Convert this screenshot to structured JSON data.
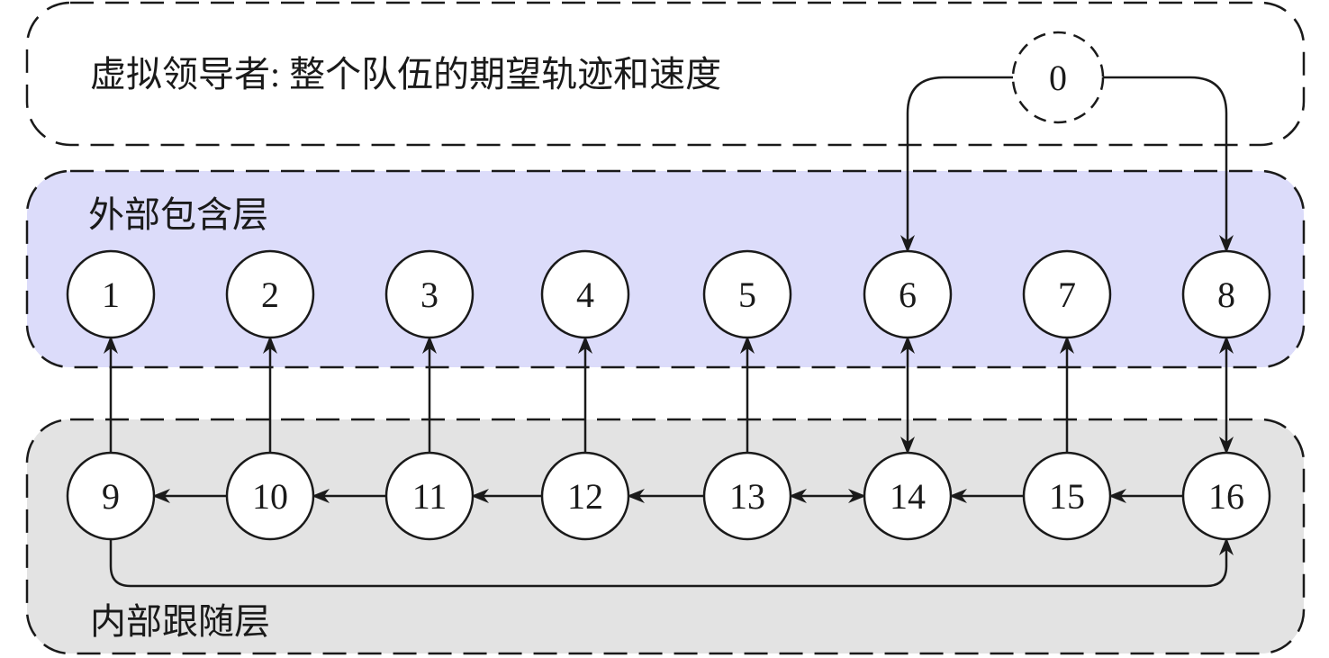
{
  "layers": {
    "virtual": {
      "label": "虚拟领导者: 整个队伍的期望轨迹和速度",
      "fill": "#ffffff"
    },
    "outer": {
      "label": "外部包含层",
      "fill": "#dcdcfa"
    },
    "inner": {
      "label": "内部跟随层",
      "fill": "#e3e3e3"
    }
  },
  "nodes": [
    {
      "id": "0",
      "label": "0",
      "style": "dashed"
    },
    {
      "id": "1",
      "label": "1"
    },
    {
      "id": "2",
      "label": "2"
    },
    {
      "id": "3",
      "label": "3"
    },
    {
      "id": "4",
      "label": "4"
    },
    {
      "id": "5",
      "label": "5"
    },
    {
      "id": "6",
      "label": "6"
    },
    {
      "id": "7",
      "label": "7"
    },
    {
      "id": "8",
      "label": "8"
    },
    {
      "id": "9",
      "label": "9"
    },
    {
      "id": "10",
      "label": "10"
    },
    {
      "id": "11",
      "label": "11"
    },
    {
      "id": "12",
      "label": "12"
    },
    {
      "id": "13",
      "label": "13"
    },
    {
      "id": "14",
      "label": "14"
    },
    {
      "id": "15",
      "label": "15"
    },
    {
      "id": "16",
      "label": "16"
    }
  ],
  "edges": [
    {
      "from": "0",
      "to": "6"
    },
    {
      "from": "0",
      "to": "8"
    },
    {
      "from": "9",
      "to": "1"
    },
    {
      "from": "10",
      "to": "2"
    },
    {
      "from": "11",
      "to": "3"
    },
    {
      "from": "12",
      "to": "4"
    },
    {
      "from": "13",
      "to": "5"
    },
    {
      "from": "6",
      "to": "14",
      "bidirectional": true
    },
    {
      "from": "15",
      "to": "7"
    },
    {
      "from": "8",
      "to": "16",
      "bidirectional": true
    },
    {
      "from": "10",
      "to": "9"
    },
    {
      "from": "11",
      "to": "10"
    },
    {
      "from": "12",
      "to": "11"
    },
    {
      "from": "13",
      "to": "12"
    },
    {
      "from": "13",
      "to": "14",
      "bidirectional": true
    },
    {
      "from": "15",
      "to": "14"
    },
    {
      "from": "16",
      "to": "15"
    },
    {
      "from": "9",
      "to": "16"
    }
  ]
}
